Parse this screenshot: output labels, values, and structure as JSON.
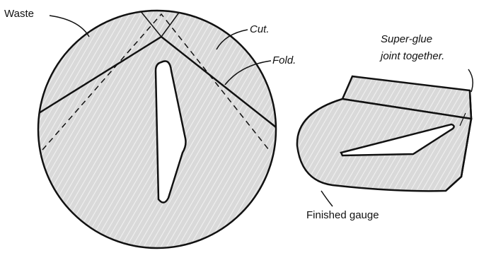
{
  "labels": {
    "waste": "Waste",
    "cut": "Cut.",
    "fold": "Fold.",
    "glue_line1": "Super-glue",
    "glue_line2": "joint together.",
    "finished": "Finished gauge"
  },
  "colors": {
    "ink": "#111111",
    "fill": "#d9d9d9",
    "hatch": "#ffffff",
    "background": "#ffffff"
  }
}
